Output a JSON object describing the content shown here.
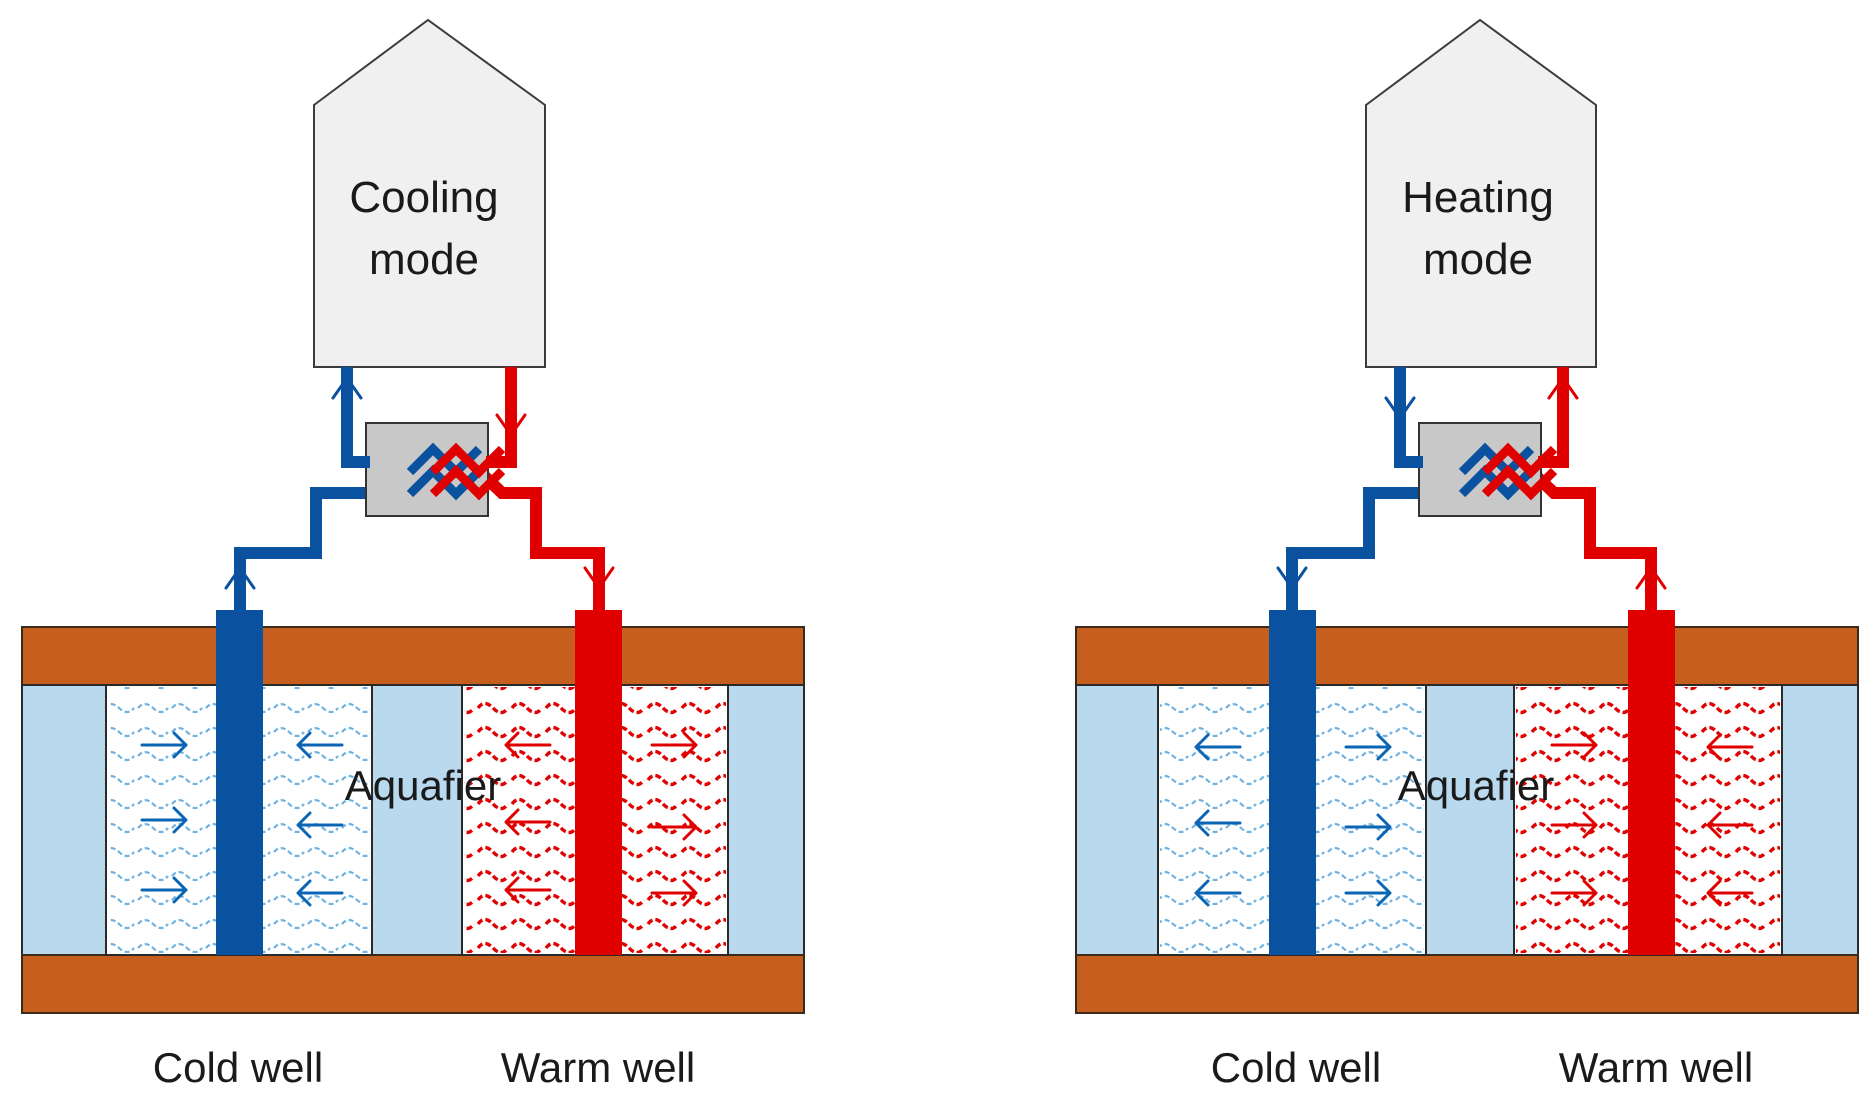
{
  "diagrams": [
    {
      "mode_line1": "Cooling",
      "mode_line2": "mode",
      "aquifer_label": "Aquafier",
      "cold_well_label": "Cold well",
      "warm_well_label": "Warm well"
    },
    {
      "mode_line1": "Heating",
      "mode_line2": "mode",
      "aquifer_label": "Aquafier",
      "cold_well_label": "Cold well",
      "warm_well_label": "Warm well"
    }
  ],
  "colors": {
    "cold": "#0a52a0",
    "warm": "#e00000",
    "clay": "#c65f1e",
    "aquifer": "#b9d9ee",
    "house": "#f0f0f0",
    "exchanger": "#c8c8c8"
  }
}
